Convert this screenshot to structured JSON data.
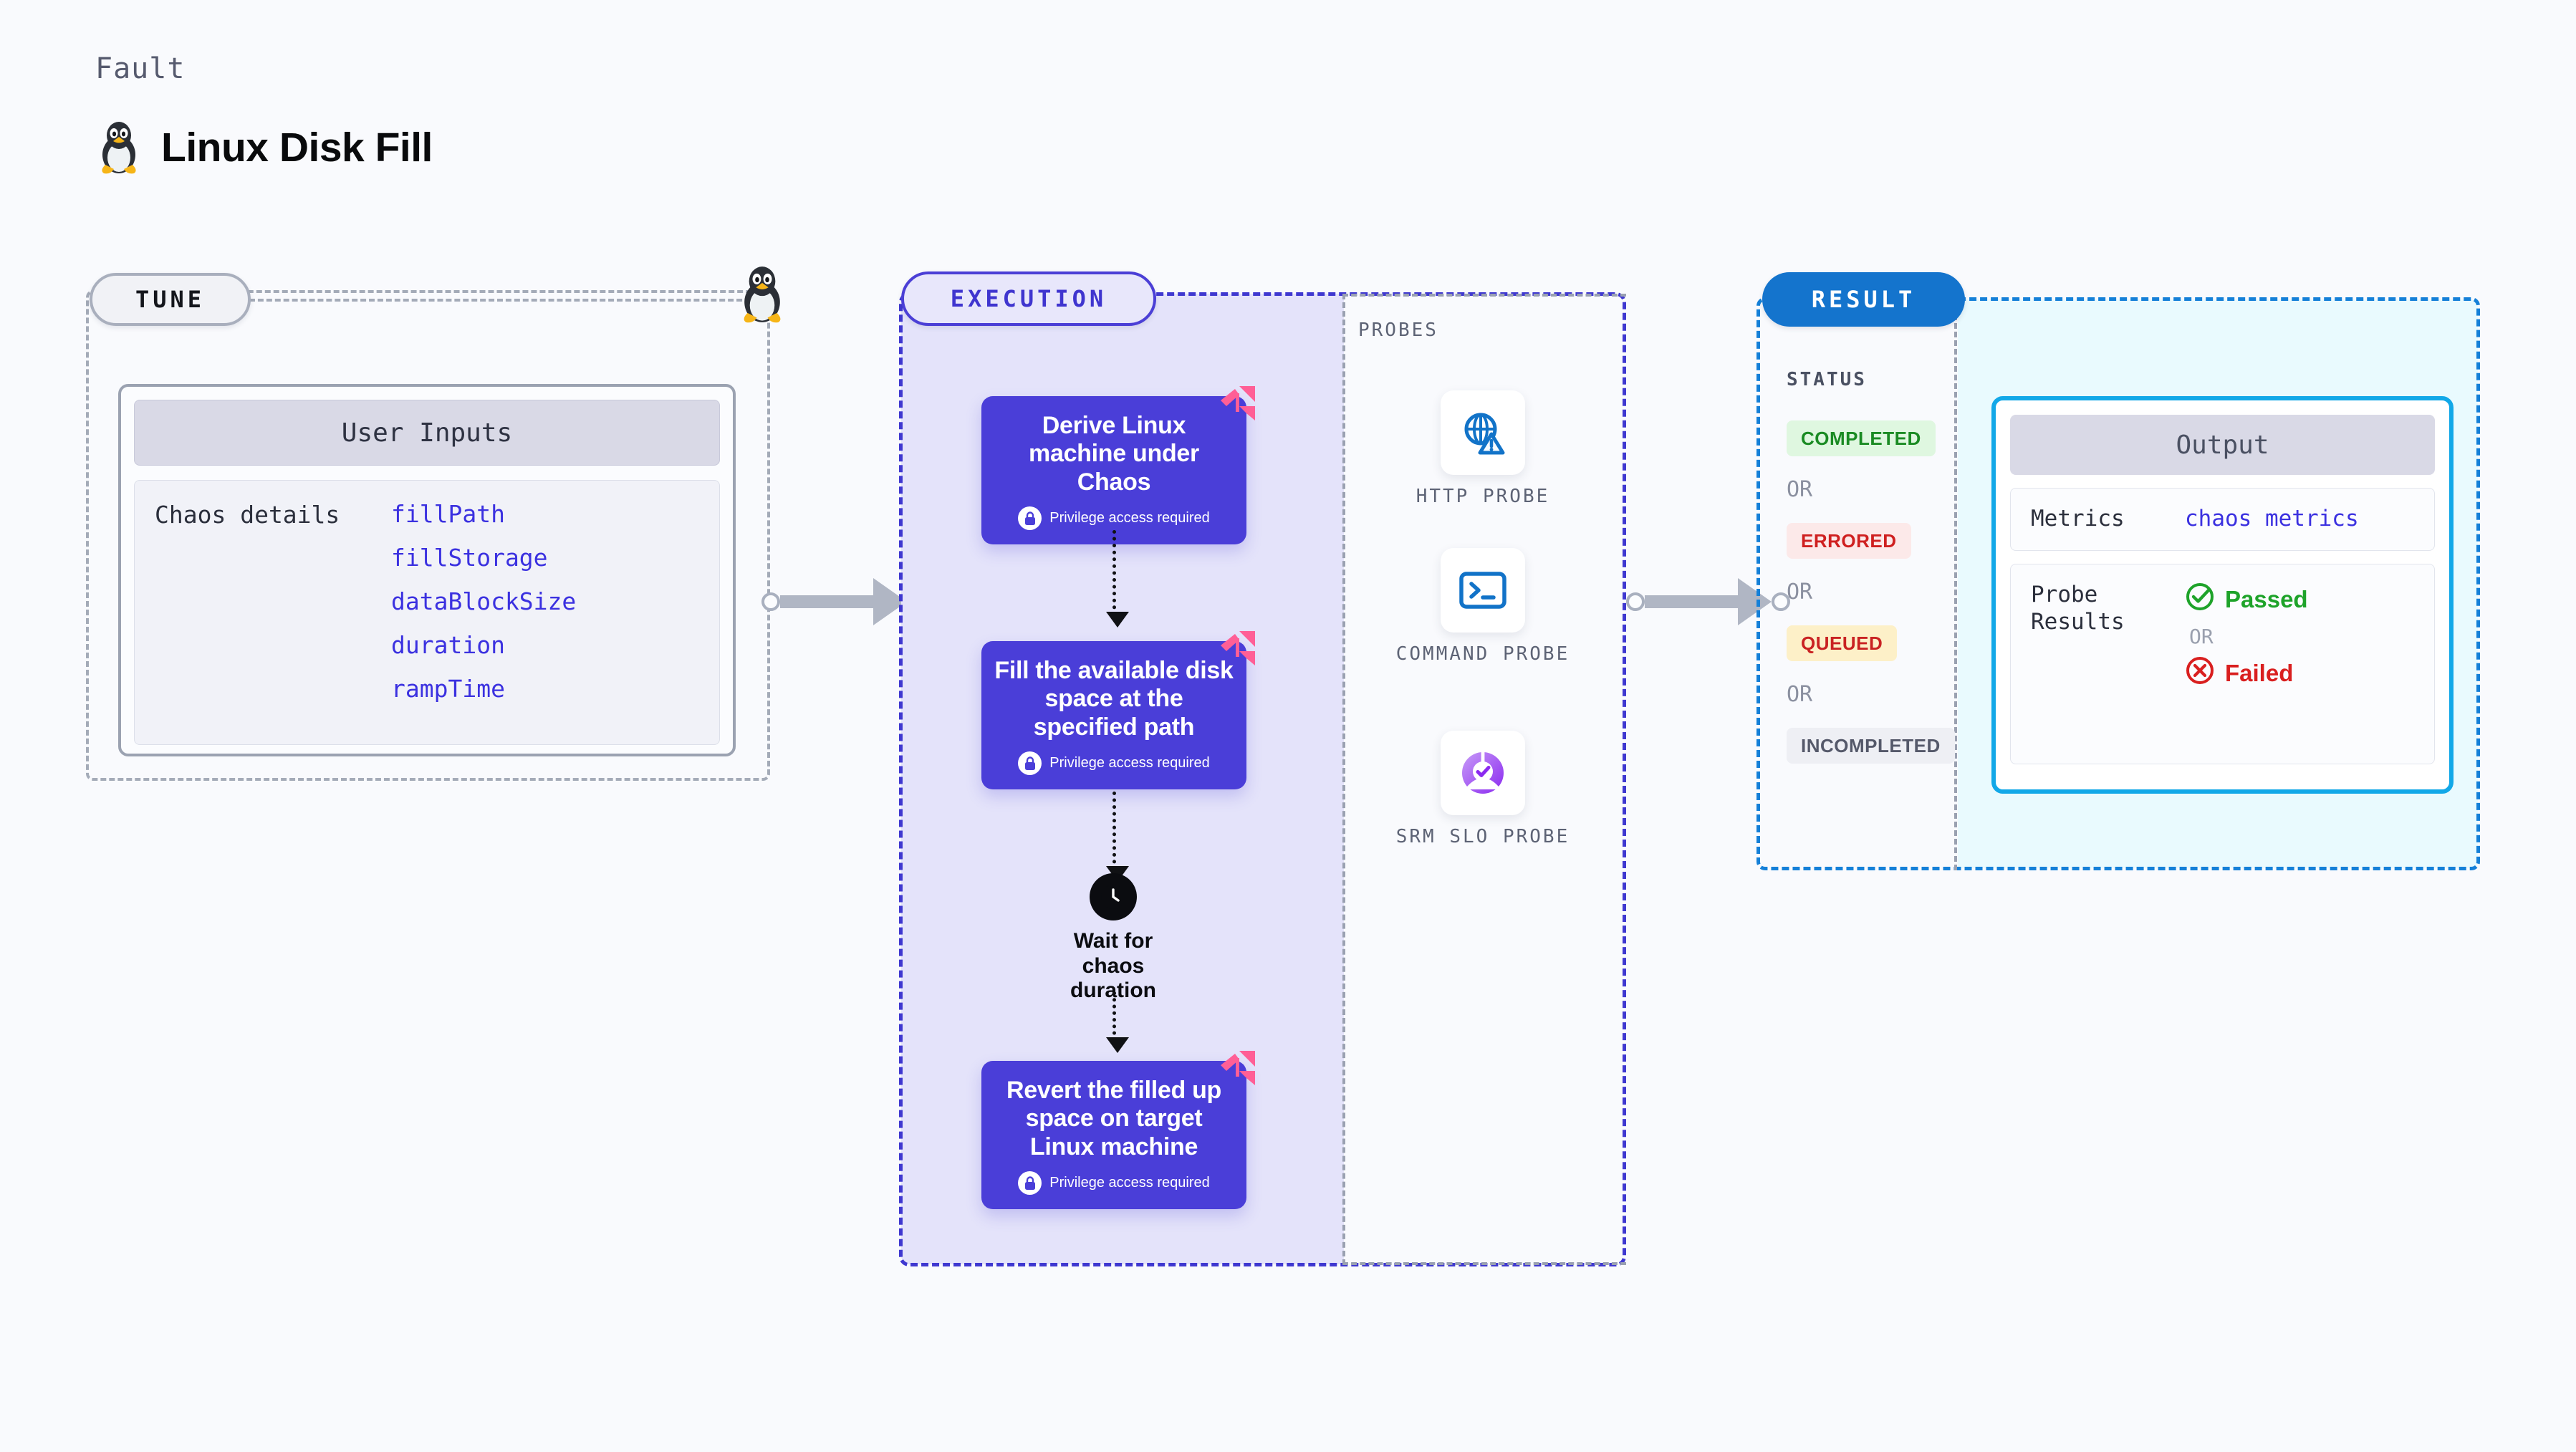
{
  "header": {
    "kicker": "Fault",
    "title": "Linux Disk Fill",
    "icon": "linux-tux-icon"
  },
  "tune": {
    "pill_label": "TUNE",
    "marker_icon": "linux-tux-icon",
    "card": {
      "header": "User Inputs",
      "row_label": "Chaos details",
      "values": [
        "fillPath",
        "fillStorage",
        "dataBlockSize",
        "duration",
        "rampTime"
      ]
    }
  },
  "execution": {
    "pill_label": "EXECUTION",
    "steps": [
      {
        "title": "Derive Linux machine under Chaos",
        "note": "Privilege access required",
        "icon": "lock-icon",
        "ribbon": "chaos-ribbon-icon"
      },
      {
        "title": "Fill the available disk space at the specified path",
        "note": "Privilege access required",
        "icon": "lock-icon",
        "ribbon": "chaos-ribbon-icon"
      },
      {
        "title": "Revert the filled up space on target Linux machine",
        "note": "Privilege access required",
        "icon": "lock-icon",
        "ribbon": "chaos-ribbon-icon"
      }
    ],
    "wait_node": {
      "label": "Wait for chaos duration",
      "icon": "clock-icon"
    }
  },
  "probes": {
    "title": "PROBES",
    "items": [
      {
        "label": "HTTP PROBE",
        "icon": "globe-warning-icon"
      },
      {
        "label": "COMMAND PROBE",
        "icon": "terminal-icon"
      },
      {
        "label": "SRM SLO PROBE",
        "icon": "slo-donut-check-icon"
      }
    ]
  },
  "result": {
    "pill_label": "RESULT",
    "status": {
      "title": "STATUS",
      "or_label": "OR",
      "badges": [
        {
          "label": "COMPLETED",
          "color": "#1a8b23",
          "bg": "#dff7e0"
        },
        {
          "label": "ERRORED",
          "color": "#cf2020",
          "bg": "#fce9e9"
        },
        {
          "label": "QUEUED",
          "color": "#c92222",
          "bg": "#fdf0c8"
        },
        {
          "label": "INCOMPLETED",
          "color": "#55596a",
          "bg": "#eeeff4"
        }
      ]
    },
    "output": {
      "header": "Output",
      "metrics_label": "Metrics",
      "metrics_value": "chaos metrics",
      "probe_results_label": "Probe Results",
      "passed_label": "Passed",
      "failed_label": "Failed",
      "or_label": "OR",
      "passed_icon": "check-circle-icon",
      "failed_icon": "x-circle-icon"
    }
  },
  "colors": {
    "page_bg": "#f9fafd",
    "execution_accent": "#4a3ed8",
    "execution_fill": "#e4e3fa",
    "result_accent": "#1474cd",
    "output_fill": "#e9fafe",
    "output_border": "#12a8e8",
    "tune_border": "#a4abb8",
    "ribbon_pink": "#ff5f96",
    "probe_blue": "#1273c8",
    "slo_purple": "#9b51f0"
  }
}
